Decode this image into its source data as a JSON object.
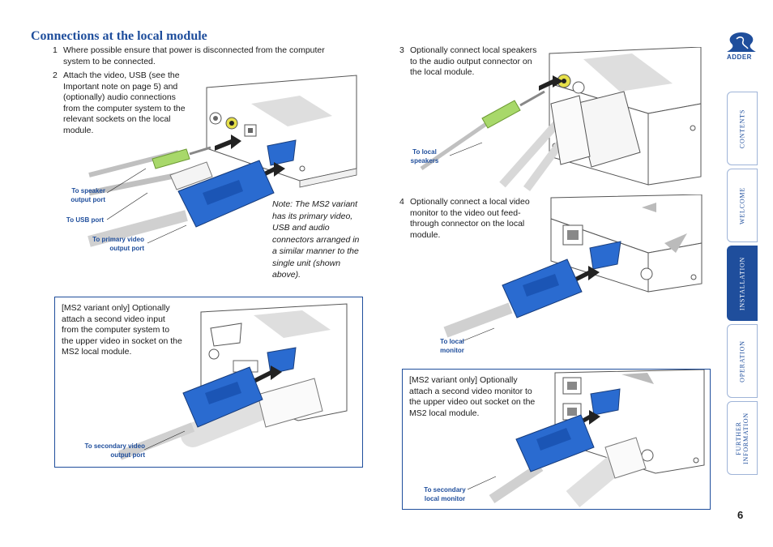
{
  "heading": "Connections at the local module",
  "steps": {
    "s1": {
      "num": "1",
      "text": "Where possible ensure that power is disconnected from the computer system to be connected."
    },
    "s2": {
      "num": "2",
      "text": "Attach the video, USB (see the Important note on page 5) and (optionally) audio connections from the computer system to the relevant sockets on the local module."
    },
    "s3": {
      "num": "3",
      "text": "Optionally connect local speakers to the audio output connector on the local module."
    },
    "s4": {
      "num": "4",
      "text": "Optionally connect a local video monitor to the video out feed-through connector on the local module."
    }
  },
  "note": "Note: The MS2 variant has its primary video, USB and audio connectors arranged in a similar manner to the single unit (shown above).",
  "ms2_box_left": "[MS2 variant only] Optionally attach a second video input from the computer system to the upper video in socket on the MS2 local module.",
  "ms2_box_right": "[MS2 variant only] Optionally attach a second video monitor to the upper video out socket on the MS2 local module.",
  "captions": {
    "speaker_port": [
      "To speaker",
      "output port"
    ],
    "usb_port": "To USB port",
    "primary_video": [
      "To primary video",
      "output port"
    ],
    "local_speakers": [
      "To local",
      "speakers"
    ],
    "local_monitor": [
      "To local",
      "monitor"
    ],
    "secondary_video": [
      "To secondary video",
      "output port"
    ],
    "secondary_monitor": [
      "To secondary",
      "local monitor"
    ]
  },
  "logo": "ADDER",
  "tabs": [
    "CONTENTS",
    "WELCOME",
    "INSTALLATION",
    "OPERATION",
    "FURTHER INFORMATION"
  ],
  "tabs_multiline": {
    "further_1": "FURTHER",
    "further_2": "INFORMATION"
  },
  "active_tab": "INSTALLATION",
  "page_number": "6",
  "colors": {
    "accent": "#1f4e9c",
    "connector_blue": "#2a6bd0",
    "audio_green": "#a8d86a"
  }
}
